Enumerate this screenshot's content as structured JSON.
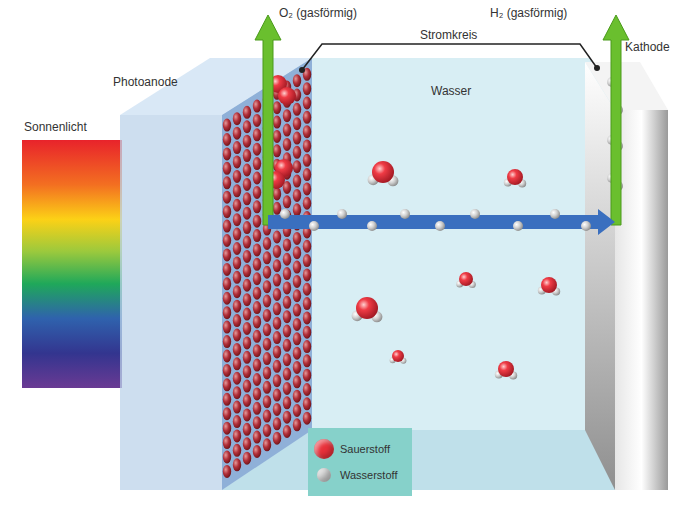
{
  "diagram": {
    "labels": [
      "Sonnenlicht",
      "Photoanode",
      "O₂ (gasförmig)",
      "Stromkreis",
      "H₂ (gasförmig)",
      "Kathode",
      "Wasser"
    ],
    "legend": [
      {
        "text": "Sauerstoff",
        "color": "#e8303a"
      },
      {
        "text": "Wasserstoff",
        "color": "#c8c8c8"
      }
    ]
  }
}
